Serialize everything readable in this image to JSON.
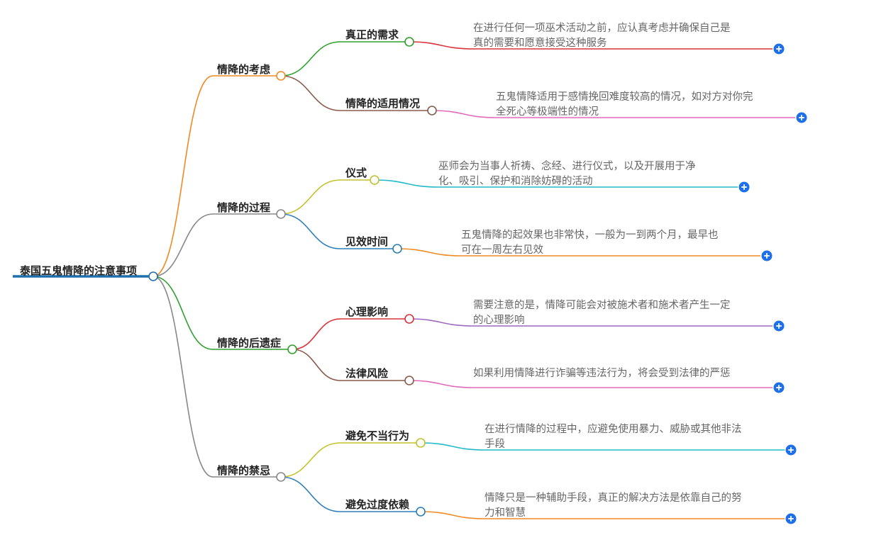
{
  "root": {
    "label": "泰国五鬼情降的注意事项"
  },
  "branches": [
    {
      "label": "情降的考虑",
      "color": "#f08a24",
      "children": [
        {
          "label": "真正的需求",
          "lineColor": "#2ea02e",
          "endColor": "#d9323a",
          "desc": [
            "在进行任何一项巫术活动之前，应认真考虑并确保自己是",
            "真的需要和愿意接受这种服务"
          ]
        },
        {
          "label": "情降的适用情况",
          "lineColor": "#8a5a4a",
          "endColor": "#e26ab8",
          "desc": [
            "五鬼情降适用于感情挽回难度较高的情况，如对方对你完",
            "全死心等极端性的情况"
          ]
        }
      ]
    },
    {
      "label": "情降的过程",
      "color": "#888888",
      "children": [
        {
          "label": "仪式",
          "lineColor": "#c2c22a",
          "endColor": "#22b8c8",
          "desc": [
            "巫师会为当事人祈祷、念经、进行仪式，以及开展用于净",
            "化、吸引、保护和消除妨碍的活动"
          ]
        },
        {
          "label": "见效时间",
          "lineColor": "#2c7db8",
          "endColor": "#f08a24",
          "desc": [
            "五鬼情降的起效果也非常快，一般为一到两个月，最早也",
            "可在一周左右见效"
          ]
        }
      ]
    },
    {
      "label": "情降的后遗症",
      "color": "#2ea02e",
      "children": [
        {
          "label": "心理影响",
          "lineColor": "#d9323a",
          "endColor": "#9b6ac0",
          "desc": [
            "需要注意的是，情降可能会对被施术者和施术者产生一定",
            "的心理影响"
          ]
        },
        {
          "label": "法律风险",
          "lineColor": "#8a5a4a",
          "endColor": "#e26ab8",
          "desc": [
            "如果利用情降进行诈骗等违法行为，将会受到法律的严惩"
          ]
        }
      ]
    },
    {
      "label": "情降的禁忌",
      "color": "#888888",
      "children": [
        {
          "label": "避免不当行为",
          "lineColor": "#c2c22a",
          "endColor": "#22b8c8",
          "desc": [
            "在进行情降的过程中，应避免使用暴力、威胁或其他非法",
            "手段"
          ]
        },
        {
          "label": "避免过度依赖",
          "lineColor": "#2c7db8",
          "endColor": "#f08a24",
          "desc": [
            "情降只是一种辅助手段，真正的解决方法是依靠自己的努",
            "力和智慧"
          ]
        }
      ]
    }
  ],
  "colors": {
    "root": "#1f6fad",
    "plus": "#1e6fe8"
  },
  "icons": {
    "expand": "plus-circle-icon"
  }
}
